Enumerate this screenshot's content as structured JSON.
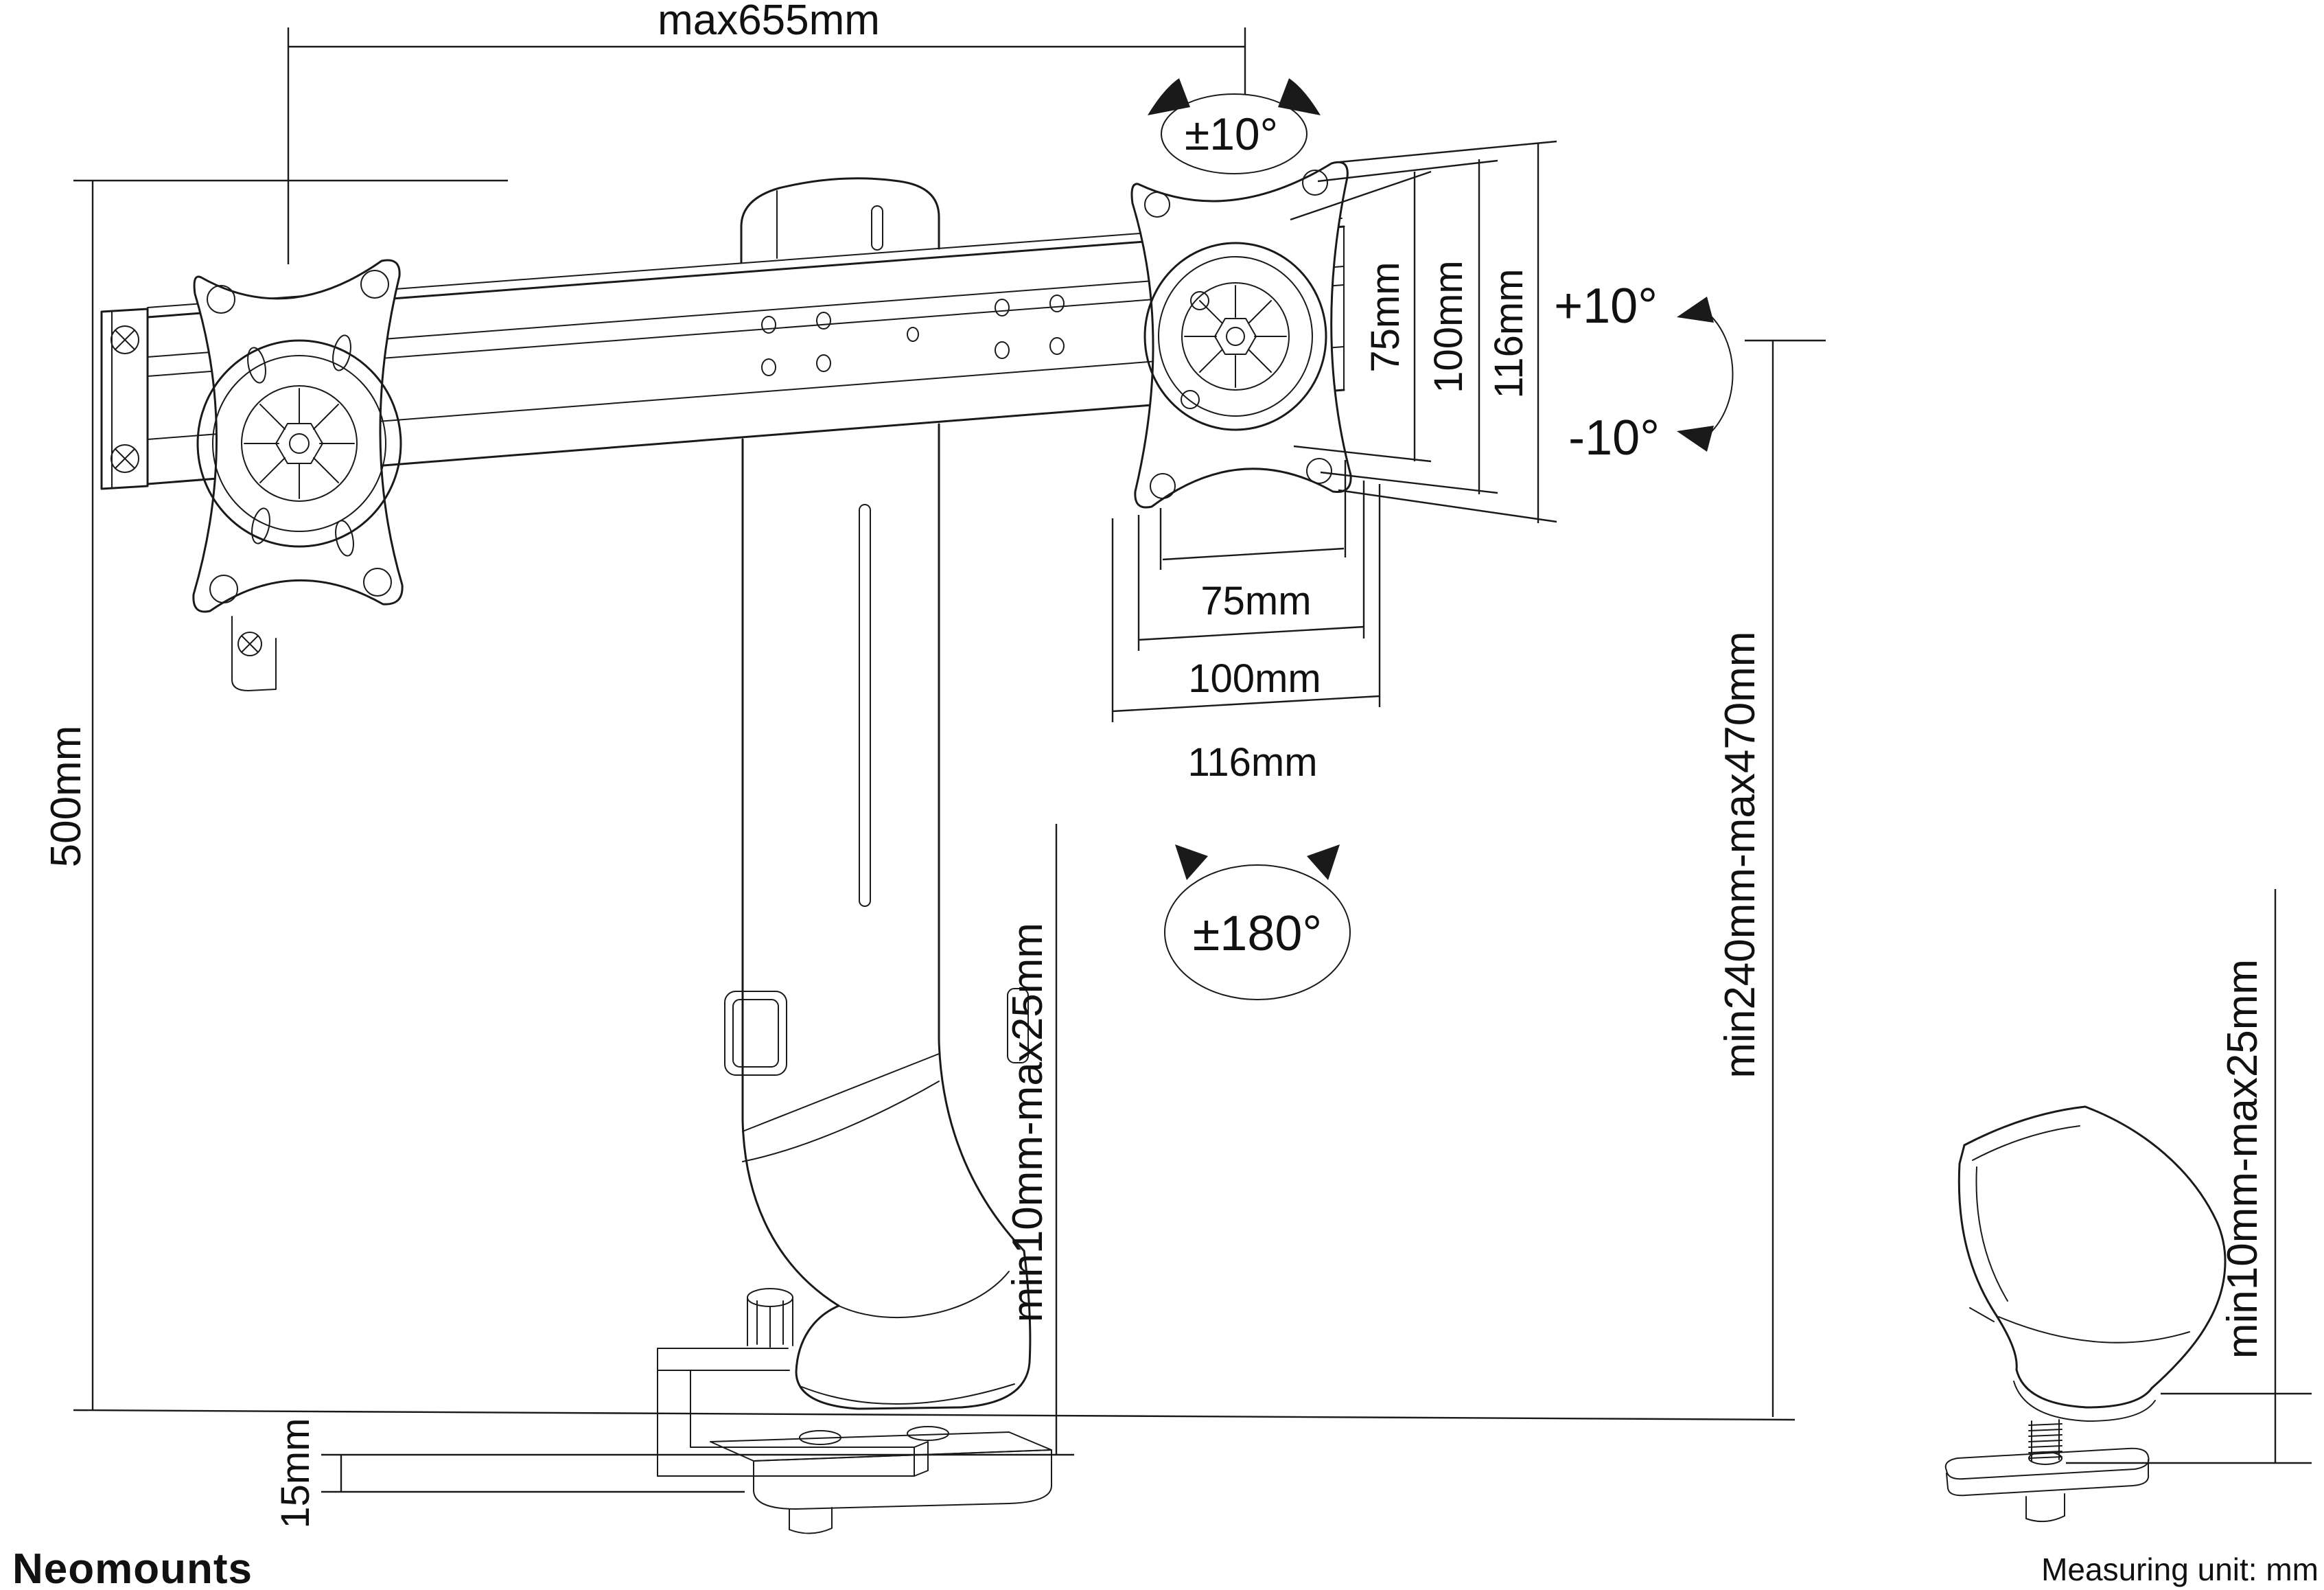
{
  "diagram": {
    "title": "Desk monitor mount dimension drawing",
    "dims": {
      "max_width": "max655mm",
      "rotation_top": "±10°",
      "vesa_v": [
        "75mm",
        "100mm",
        "116mm"
      ],
      "tilt_up": "+10°",
      "tilt_down": "-10°",
      "vesa_h": [
        "75mm",
        "100mm",
        "116mm"
      ],
      "swivel": "±180°",
      "post_height": "500mm",
      "desk_thickness": "min10mm-max25mm",
      "height_range": "min240mm-max470mm",
      "base_clearance": "15mm",
      "desk_thickness_detail": "min10mm-max25mm"
    },
    "footer": {
      "brand": "Neomounts",
      "unit_note": "Measuring unit: mm"
    },
    "colors": {
      "line": "#1a1a1a",
      "brand_gray": "#999999",
      "background": "#ffffff"
    }
  }
}
